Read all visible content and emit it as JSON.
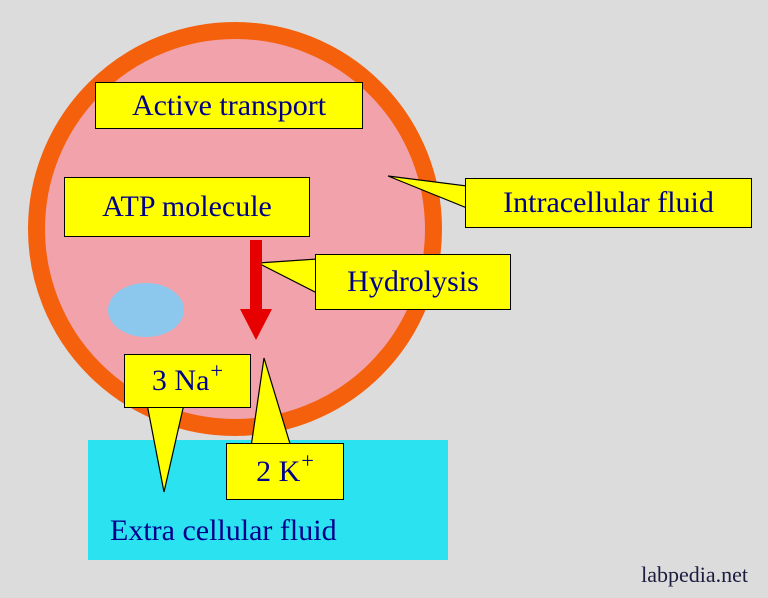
{
  "labels": {
    "active_transport": "Active transport",
    "atp_molecule": "ATP molecule",
    "intracellular_fluid": "Intracellular fluid",
    "hydrolysis": "Hydrolysis",
    "sodium": "3 Na",
    "sodium_superscript": "+",
    "potassium": "2 K",
    "potassium_superscript": "+",
    "extracellular_fluid": "Extra cellular fluid"
  },
  "watermark": "labpedia.net",
  "colors": {
    "background": "#dcdcdc",
    "cell_membrane": "#f4600c",
    "cytoplasm": "#f2a2ab",
    "label_background": "#ffff00",
    "label_text": "#00008b",
    "arrow": "#e60000",
    "extracellular_fluid": "#2be2f0",
    "vesicle": "#8cc8ee"
  }
}
